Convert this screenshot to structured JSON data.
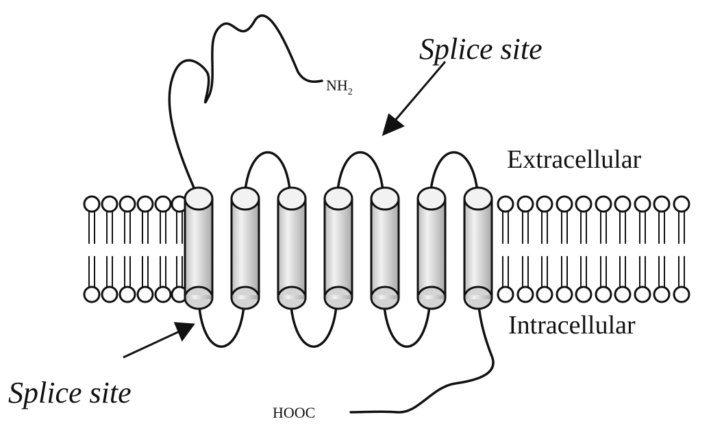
{
  "diagram": {
    "labels": {
      "splice_site_top": "Splice site",
      "splice_site_bottom": "Splice site",
      "extracellular": "Extracellular",
      "intracellular": "Intracellular",
      "n_terminus": "NH",
      "n_terminus_subscript": "2",
      "c_terminus": "HOOC"
    },
    "transmembrane_helices": 7,
    "colors": {
      "line": "#111111",
      "helix_fill": "#d4d4d4",
      "helix_highlight": "#f2f2f2",
      "head_fill": "#ffffff"
    }
  }
}
